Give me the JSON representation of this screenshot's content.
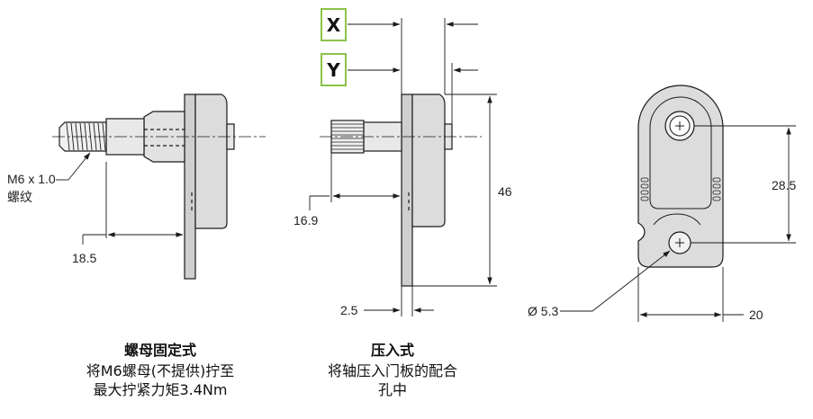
{
  "colors": {
    "outline": "#1a1a1a",
    "body_fill": "#dcdcdc",
    "highlight_box": "#8bc34a"
  },
  "views": {
    "nut_fixed": {
      "thread_label": "M6 x 1.0",
      "thread_label_cn": "螺纹",
      "dim_depth": "18.5",
      "caption": {
        "title": "螺母固定式",
        "line1": "将M6螺母(不提供)拧至",
        "line2": "最大拧紧力矩3.4Nm"
      }
    },
    "press_in": {
      "box_x": "X",
      "box_y": "Y",
      "dim_height": "46",
      "dim_depth": "16.9",
      "dim_thickness": "2.5",
      "caption": {
        "title": "压入式",
        "line1": "将轴压入门板的配合",
        "line2": "孔中"
      }
    },
    "back_view": {
      "dim_hole_spacing": "28.5",
      "dim_width": "20",
      "dim_hole_dia": "Ø 5.3"
    }
  }
}
